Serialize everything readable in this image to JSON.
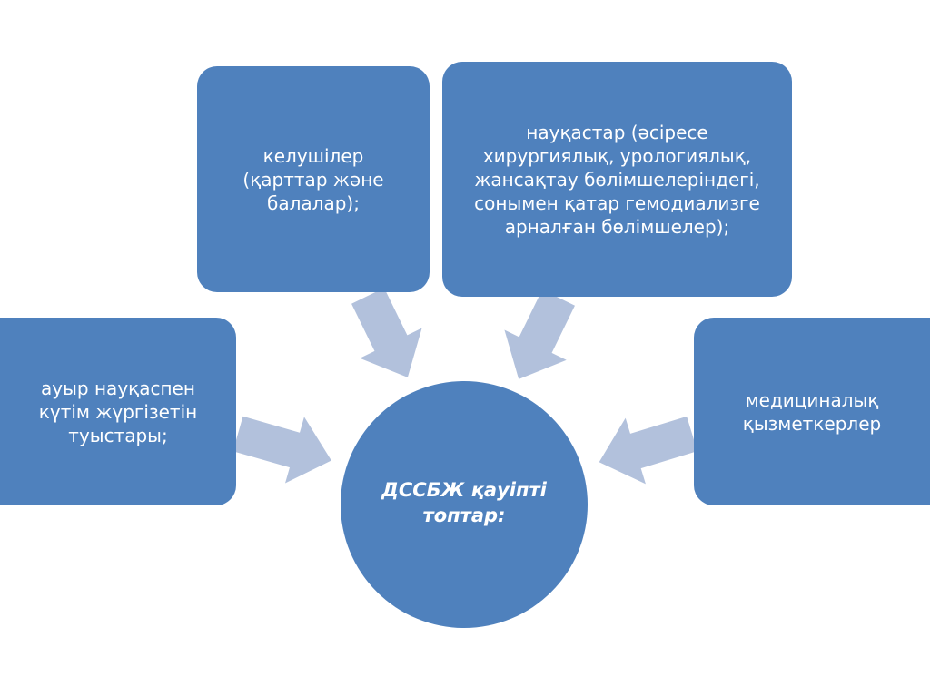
{
  "colors": {
    "box": "#4f81bd",
    "arrow": "#b2c1dc"
  },
  "center": {
    "label": "ДССБЖ қауіпті\nтоптар:"
  },
  "nodes": {
    "visitors": "келушілер\n(қарттар және\nбалалар);",
    "patients": "науқастар (әсіресе\nхирургиялық, урологиялық,\nжансақтау бөлімшелеріндегі,\nсонымен қатар гемодиализге\nарналған бөлімшелер);",
    "relatives": "ауыр науқаспен\nкүтім жүргізетін\nтуыстары;",
    "medical_staff": "медициналық\nқызметкерлер"
  }
}
